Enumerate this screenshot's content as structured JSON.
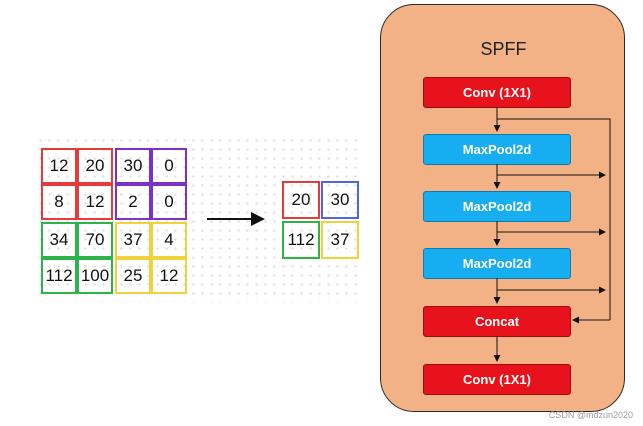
{
  "input_grid": [
    [
      "12",
      "20",
      "30",
      "0"
    ],
    [
      "8",
      "12",
      "2",
      "0"
    ],
    [
      "34",
      "70",
      "37",
      "4"
    ],
    [
      "112",
      "100",
      "25",
      "12"
    ]
  ],
  "output_grid": [
    [
      "20",
      "30"
    ],
    [
      "112",
      "37"
    ]
  ],
  "spff": {
    "title": "SPFF",
    "blocks": [
      "Conv (1X1)",
      "MaxPool2d",
      "MaxPool2d",
      "MaxPool2d",
      "Concat",
      "Conv (1X1)"
    ]
  },
  "watermark": "CSDN @mdzun2020",
  "colors": {
    "quadrant_top_left": "#e63b3b",
    "quadrant_top_right": "#7a33c4",
    "quadrant_bottom_left": "#2cb34a",
    "quadrant_bottom_right": "#f2d23a",
    "output_top_right": "#4f64e8",
    "spff_background": "#f2b285",
    "conv_block": "#e8121c",
    "maxpool_block": "#16aef0"
  }
}
